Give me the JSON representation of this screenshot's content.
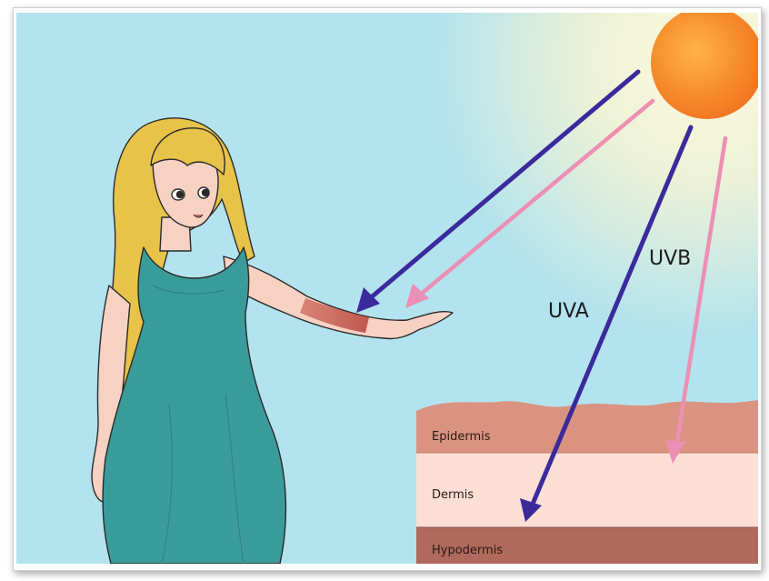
{
  "labels": {
    "uva": "UVA",
    "uvb": "UVB"
  },
  "skin_layers": {
    "epidermis": "Epidermis",
    "dermis": "Dermis",
    "hypodermis": "Hypodermis"
  },
  "colors": {
    "sky": "#b3e3ee",
    "sun": "#f47c22",
    "uva_ray": "#3b2a9c",
    "uvb_ray": "#ec8fb5",
    "epidermis": "#d99380",
    "dermis": "#fbdfd5",
    "hypodermis": "#b06a5d",
    "dress": "#3a9c9a",
    "hair": "#e8c34a",
    "skin": "#f7d2c2"
  }
}
